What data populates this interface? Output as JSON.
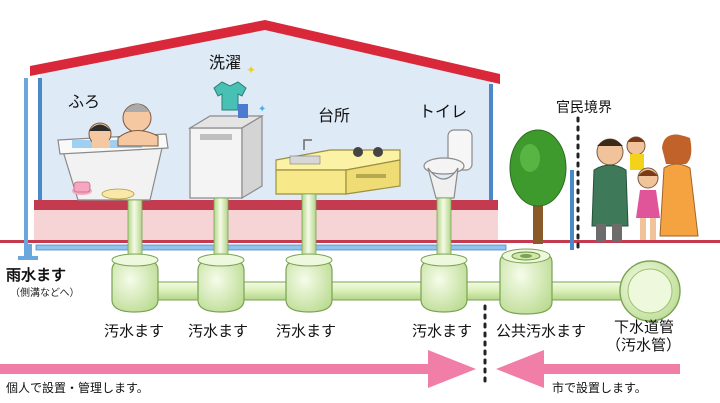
{
  "rooms": {
    "bath": "ふろ",
    "laundry": "洗濯",
    "kitchen": "台所",
    "toilet": "トイレ"
  },
  "boundary_label": "官民境界",
  "rain_basin": {
    "label": "雨水ます",
    "sub": "（側溝などへ）"
  },
  "sewage_basin_label": "汚水ます",
  "public_basin_label": "公共汚水ます",
  "main_sewer": {
    "line1": "下水道管",
    "line2": "（汚水管）"
  },
  "responsibility": {
    "private": "個人で設置・管理します。",
    "city": "市で設置します。"
  },
  "colors": {
    "roof": "#d8283a",
    "sky": "#d9e8f7",
    "floor": "#c43a4e",
    "pipe": "#e2f3c4",
    "pipe_edge": "#7aa253",
    "arrow": "#f07ea6",
    "water_blue": "#5aa9e6",
    "tree": "#3f9a2e",
    "trunk": "#8a5a2b"
  }
}
